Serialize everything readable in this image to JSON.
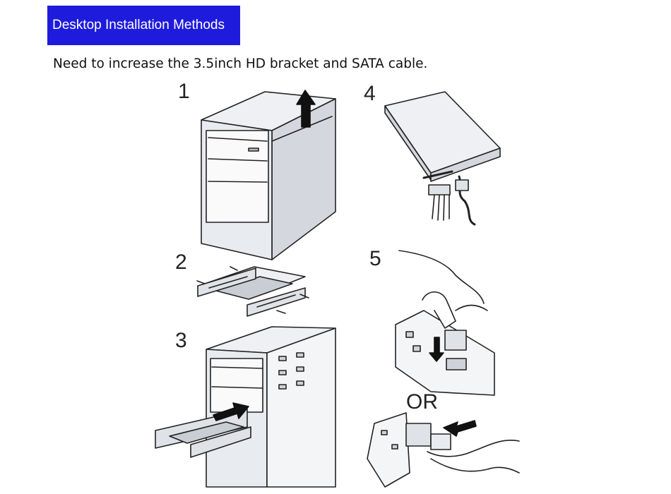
{
  "header": {
    "title": "Desktop Installation Methods",
    "subtitle": "Need to increase the 3.5inch HD bracket and SATA cable."
  },
  "steps": [
    {
      "number": "1"
    },
    {
      "number": "2"
    },
    {
      "number": "3"
    },
    {
      "number": "4"
    },
    {
      "number": "5"
    }
  ],
  "or_label": "OR",
  "colors": {
    "banner_bg": "#1f1bdc",
    "banner_text": "#ffffff",
    "line": "#222222",
    "fill": "#e2e5ea"
  },
  "icons": [
    "arrow-up-icon",
    "arrow-right-icon",
    "arrow-down-icon",
    "arrow-left-icon"
  ]
}
